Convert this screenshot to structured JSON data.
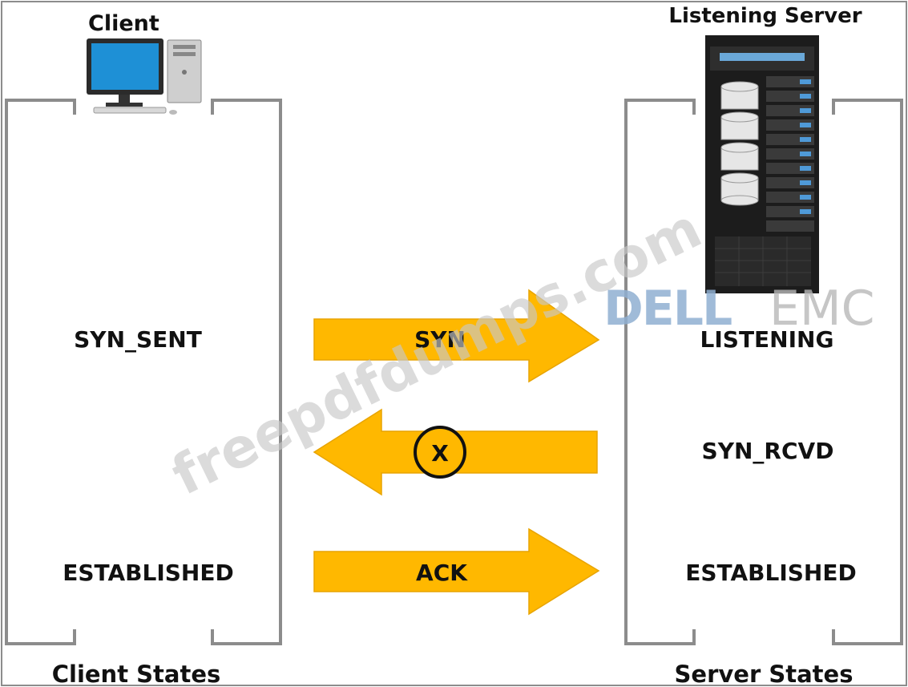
{
  "client": {
    "title": "Client",
    "footer": "Client States",
    "states": [
      "SYN_SENT",
      "ESTABLISHED"
    ]
  },
  "server": {
    "title": "Listening Server",
    "footer": "Server States",
    "states": [
      "LISTENING",
      "SYN_RCVD",
      "ESTABLISHED"
    ]
  },
  "messages": {
    "syn": "SYN",
    "syn_ack_failed": "X",
    "ack": "ACK"
  },
  "watermarks": {
    "site": "freepdfdumps.com",
    "brand_dell": "DELL",
    "brand_emc": "EMC"
  },
  "colors": {
    "arrow_fill": "#FFB800",
    "arrow_stroke": "#E8A400",
    "bracket": "#8C8C8C",
    "frame": "#8C8C8C",
    "text": "#111111",
    "watermark_gray": "#C8C8C8",
    "dell_blue": "#8FAFD1",
    "emc_gray": "#B8B8B8"
  },
  "icons": {
    "client": "desktop-computer-icon",
    "server": "server-rack-icon",
    "failed": "x-circle-icon"
  }
}
